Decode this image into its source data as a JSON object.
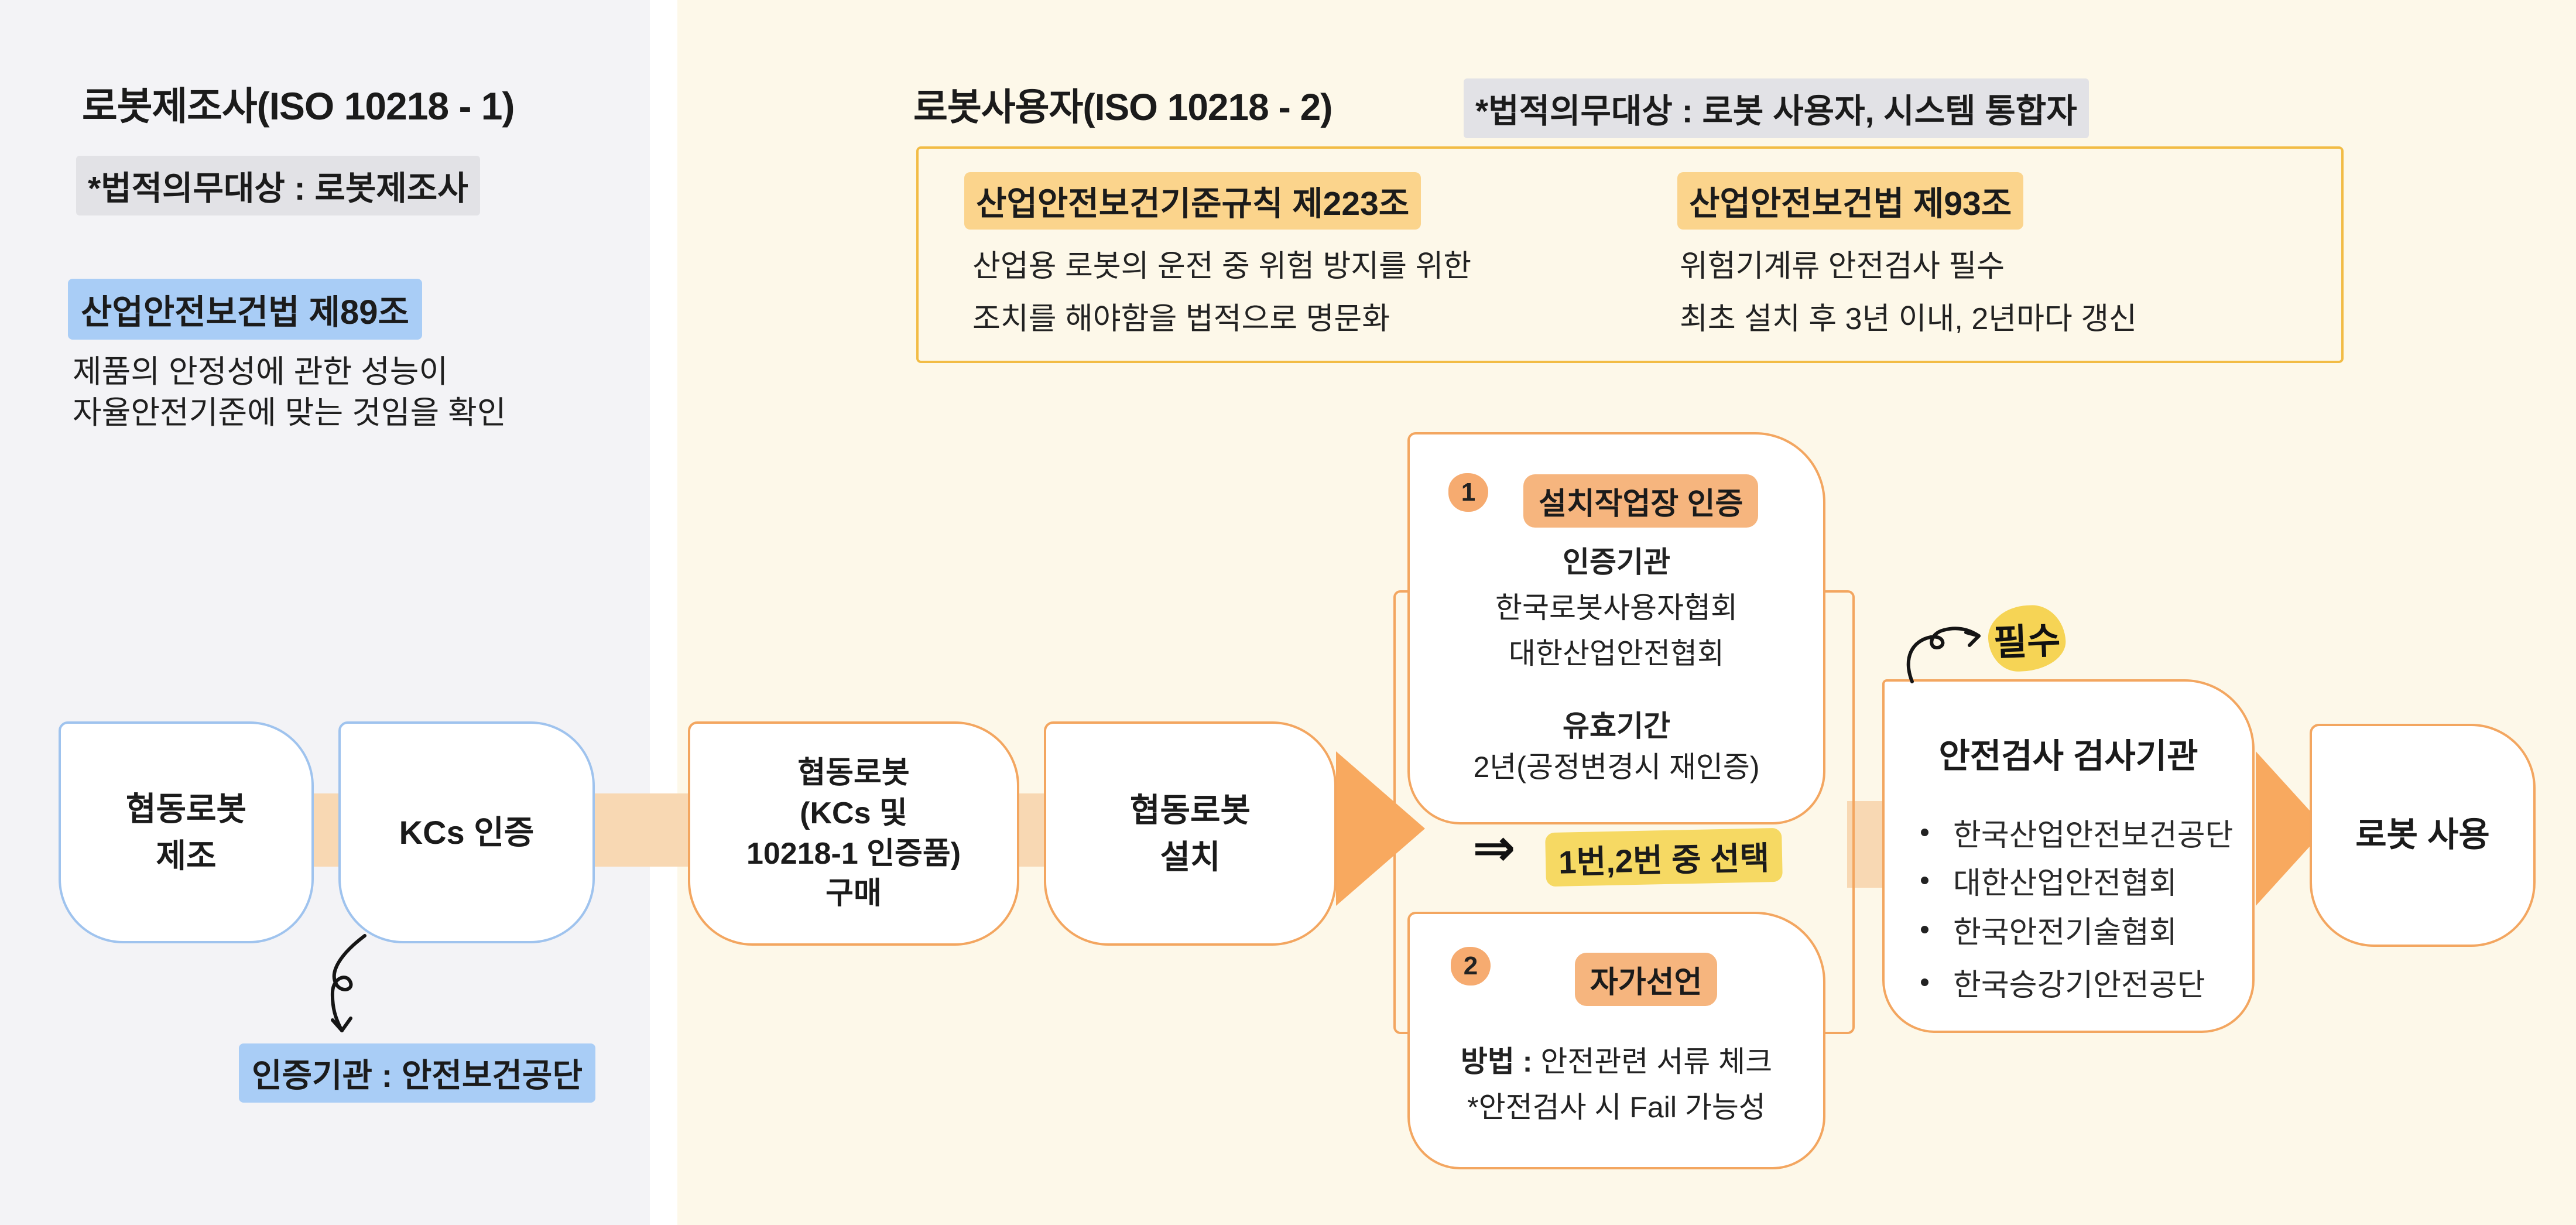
{
  "left_panel": {
    "title": "로봇제조사(ISO 10218 - 1)",
    "subtitle": "*법적의무대상 : 로봇제조사",
    "law_title": "산업안전보건법 제89조",
    "law_line1": "제품의 안정성에 관한 성능이",
    "law_line2": "자율안전기준에 맞는 것임을 확인",
    "cert_note": "인증기관 : 안전보건공단"
  },
  "right_panel": {
    "title": "로봇사용자(ISO 10218 - 2)",
    "subtitle": "*법적의무대상 : 로봇 사용자, 시스템 통합자",
    "law_box": {
      "left": {
        "title": "산업안전보건기준규칙 제223조",
        "line1": "산업용 로봇의 운전 중 위험 방지를 위한",
        "line2": "조치를 해야함을 법적으로 명문화"
      },
      "right": {
        "title": "산업안전보건법 제93조",
        "line1": "위험기계류 안전검사 필수",
        "line2": "최초 설치 후 3년 이내, 2년마다 갱신"
      }
    }
  },
  "flow": {
    "manufacture": "협동로봇\n제조",
    "kcs": "KCs 인증",
    "purchase": "협동로봇\n(KCs 및\n10218-1 인증품)\n구매",
    "install": "협동로봇\n설치",
    "use": "로봇 사용"
  },
  "step1": {
    "number": "1",
    "title": "설치작업장 인증",
    "cert_label": "인증기관",
    "org1": "한국로봇사용자협회",
    "org2": "대한산업안전협회",
    "validity_label": "유효기간",
    "validity": "2년(공정변경시 재인증)"
  },
  "choice": {
    "arrow": "⇒",
    "text": "1번,2번 중 선택"
  },
  "step2": {
    "number": "2",
    "title": "자가선언",
    "method_label": "방법 :",
    "method": " 안전관련 서류 체크",
    "warning": "*안전검사 시 Fail 가능성"
  },
  "required_note": "필수",
  "inspection": {
    "title": "안전검사 검사기관",
    "orgs": [
      "한국산업안전보건공단",
      "대한산업안전협회",
      "한국안전기술협회",
      "한국승강기안전공단"
    ]
  },
  "colors": {
    "accent_orange": "#f3a660",
    "arrow_orange": "#f8a95f",
    "band_peach": "#f8d8b3",
    "highlight_blue": "#a9cdf6",
    "highlight_yellow": "#fbd48c",
    "highlight_marker": "#f6d963",
    "highlight_step": "#f6b57e",
    "border_blue": "#9fc3ee",
    "law_border": "#f2bc45",
    "panel_gray": "#f3f3f6",
    "panel_cream": "#fdf8e9"
  }
}
